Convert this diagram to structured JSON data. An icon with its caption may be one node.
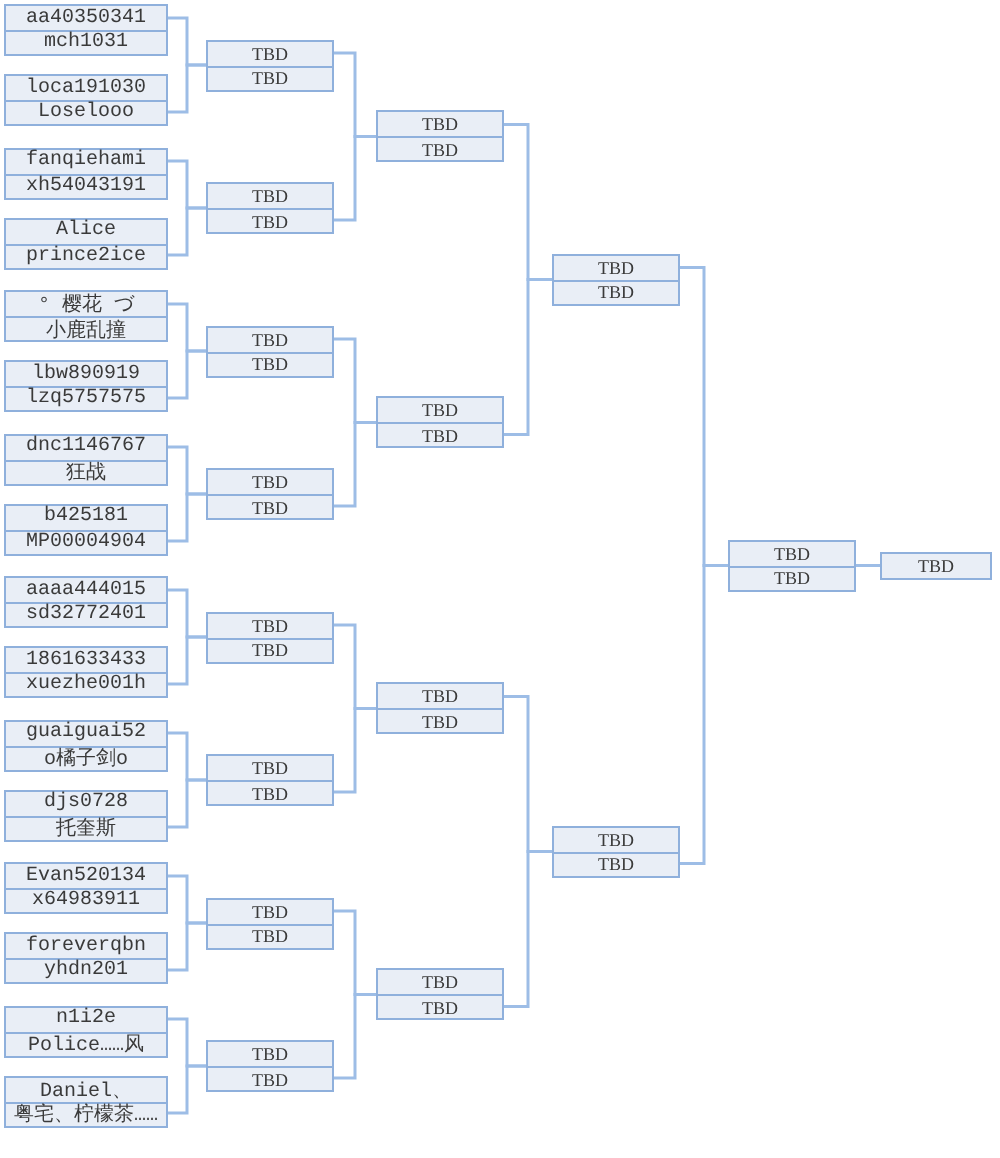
{
  "diagram": {
    "nodes": [
      {
        "text": [
          "aa40350341",
          "mch1031"
        ]
      },
      {
        "text": [
          "loca191030",
          "Loselooo"
        ]
      },
      {
        "text": [
          "fanqiehami",
          "xh54043191"
        ]
      },
      {
        "text": [
          "Alice",
          "prince2ice"
        ]
      },
      {
        "text": [
          "° 樱花 づ",
          "小鹿乱撞"
        ]
      },
      {
        "text": [
          "lbw890919",
          "lzq5757575"
        ]
      },
      {
        "text": [
          "dnc1146767",
          "狂战"
        ]
      },
      {
        "text": [
          "b425181",
          "MP00004904"
        ]
      },
      {
        "text": [
          "aaaa444015",
          "sd32772401"
        ]
      },
      {
        "text": [
          "1861633433",
          "xuezhe001h"
        ]
      },
      {
        "text": [
          "guaiguai52",
          "o橘子剑o"
        ]
      },
      {
        "text": [
          "djs0728",
          "托奎斯"
        ]
      },
      {
        "text": [
          "Evan520134",
          "x64983911"
        ]
      },
      {
        "text": [
          "foreverqbn",
          "yhdn201"
        ]
      },
      {
        "text": [
          "n1i2e",
          "Police……风"
        ]
      },
      {
        "text": [
          "Daniel、",
          "粤宅、柠檬茶……"
        ]
      },
      {
        "text": [
          "TBD",
          "TBD"
        ]
      },
      {
        "text": [
          "TBD",
          "TBD"
        ]
      },
      {
        "text": [
          "TBD",
          "TBD"
        ]
      },
      {
        "text": [
          "TBD",
          "TBD"
        ]
      },
      {
        "text": [
          "TBD",
          "TBD"
        ]
      },
      {
        "text": [
          "TBD",
          "TBD"
        ]
      },
      {
        "text": [
          "TBD",
          "TBD"
        ]
      },
      {
        "text": [
          "TBD",
          "TBD"
        ]
      },
      {
        "text": [
          "TBD",
          "TBD"
        ]
      },
      {
        "text": [
          "TBD",
          "TBD"
        ]
      },
      {
        "text": [
          "TBD",
          "TBD"
        ]
      },
      {
        "text": [
          "TBD",
          "TBD"
        ]
      },
      {
        "text": [
          "TBD",
          "TBD"
        ]
      },
      {
        "text": [
          "TBD",
          "TBD"
        ]
      },
      {
        "text": [
          "TBD",
          "TBD"
        ]
      },
      {
        "text": [
          "TBD"
        ]
      }
    ],
    "edges": [
      {
        "from": 0,
        "to": 16,
        "arrow": "none"
      },
      {
        "from": 1,
        "to": 16,
        "arrow": "none"
      },
      {
        "from": 2,
        "to": 17,
        "arrow": "none"
      },
      {
        "from": 3,
        "to": 17,
        "arrow": "none"
      },
      {
        "from": 4,
        "to": 18,
        "arrow": "none"
      },
      {
        "from": 5,
        "to": 18,
        "arrow": "none"
      },
      {
        "from": 6,
        "to": 19,
        "arrow": "none"
      },
      {
        "from": 7,
        "to": 19,
        "arrow": "none"
      },
      {
        "from": 8,
        "to": 20,
        "arrow": "none"
      },
      {
        "from": 9,
        "to": 20,
        "arrow": "none"
      },
      {
        "from": 10,
        "to": 21,
        "arrow": "none"
      },
      {
        "from": 11,
        "to": 21,
        "arrow": "none"
      },
      {
        "from": 12,
        "to": 22,
        "arrow": "none"
      },
      {
        "from": 13,
        "to": 22,
        "arrow": "none"
      },
      {
        "from": 14,
        "to": 23,
        "arrow": "none"
      },
      {
        "from": 15,
        "to": 23,
        "arrow": "none"
      },
      {
        "from": 16,
        "to": 24,
        "arrow": "none"
      },
      {
        "from": 17,
        "to": 24,
        "arrow": "none"
      },
      {
        "from": 18,
        "to": 25,
        "arrow": "none"
      },
      {
        "from": 19,
        "to": 25,
        "arrow": "none"
      },
      {
        "from": 20,
        "to": 26,
        "arrow": "none"
      },
      {
        "from": 21,
        "to": 26,
        "arrow": "none"
      },
      {
        "from": 22,
        "to": 27,
        "arrow": "none"
      },
      {
        "from": 23,
        "to": 27,
        "arrow": "none"
      },
      {
        "from": 24,
        "to": 28,
        "arrow": "none"
      },
      {
        "from": 25,
        "to": 28,
        "arrow": "none"
      },
      {
        "from": 26,
        "to": 29,
        "arrow": "none"
      },
      {
        "from": 27,
        "to": 29,
        "arrow": "none"
      },
      {
        "from": 28,
        "to": 30,
        "arrow": "none"
      },
      {
        "from": 29,
        "to": 30,
        "arrow": "none"
      },
      {
        "from": 30,
        "to": 31,
        "arrow": "none"
      }
    ]
  }
}
